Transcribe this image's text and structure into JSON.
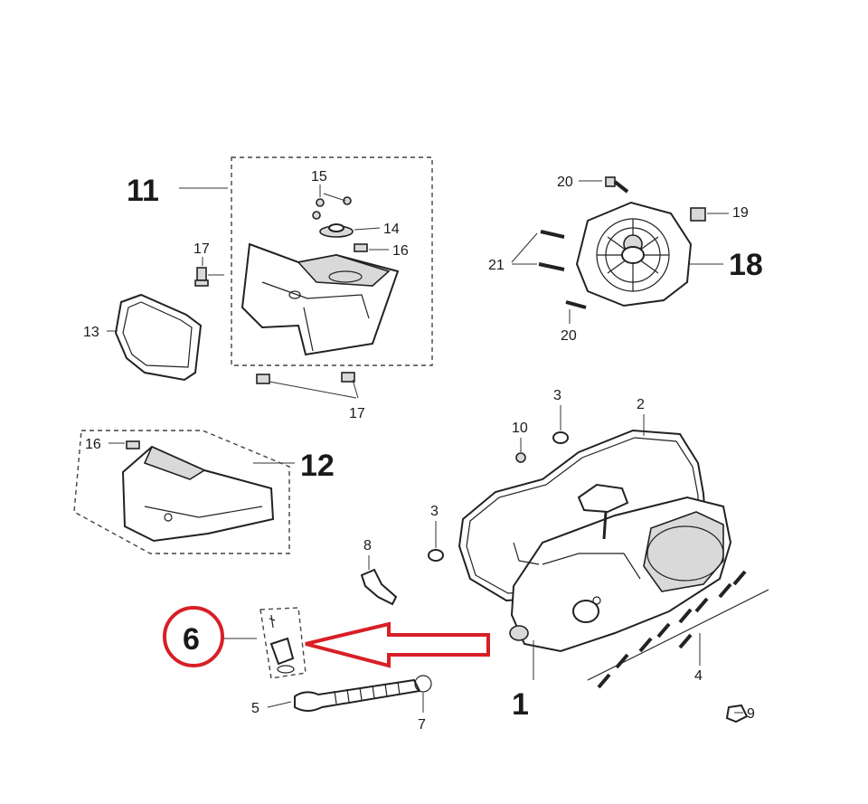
{
  "labels": {
    "p1": "1",
    "p2": "2",
    "p3a": "3",
    "p3b": "3",
    "p4": "4",
    "p5": "5",
    "p6": "6",
    "p7": "7",
    "p8": "8",
    "p9": "9",
    "p10": "10",
    "p11": "11",
    "p12": "12",
    "p13": "13",
    "p14": "14",
    "p15": "15",
    "p16a": "16",
    "p16b": "16",
    "p17a": "17",
    "p17b": "17",
    "p18": "18",
    "p19": "19",
    "p20a": "20",
    "p20b": "20",
    "p21": "21"
  },
  "colors": {
    "highlight": "#d81f26",
    "line": "#222222",
    "shade": "#d9d9d9"
  }
}
